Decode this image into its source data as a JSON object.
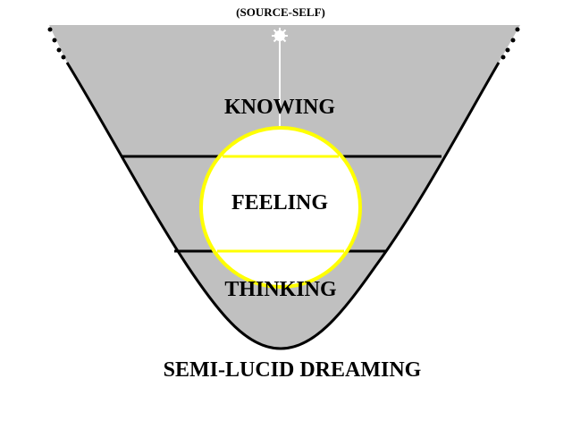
{
  "labels": {
    "source_self": "(SOURCE-SELF)",
    "knowing": "KNOWING",
    "feeling": "FEELING",
    "thinking": "THINKING",
    "semi_lucid_dreaming": "SEMI-LUCID DREAMING"
  },
  "colors": {
    "funnel_fill": "#c0c0c0",
    "outline": "#000000",
    "circle_stroke": "#ffff00",
    "circle_fill": "#ffffff",
    "beam": "#ffffff",
    "star": "#ffffff"
  },
  "icons": {
    "source": "starburst-icon"
  }
}
